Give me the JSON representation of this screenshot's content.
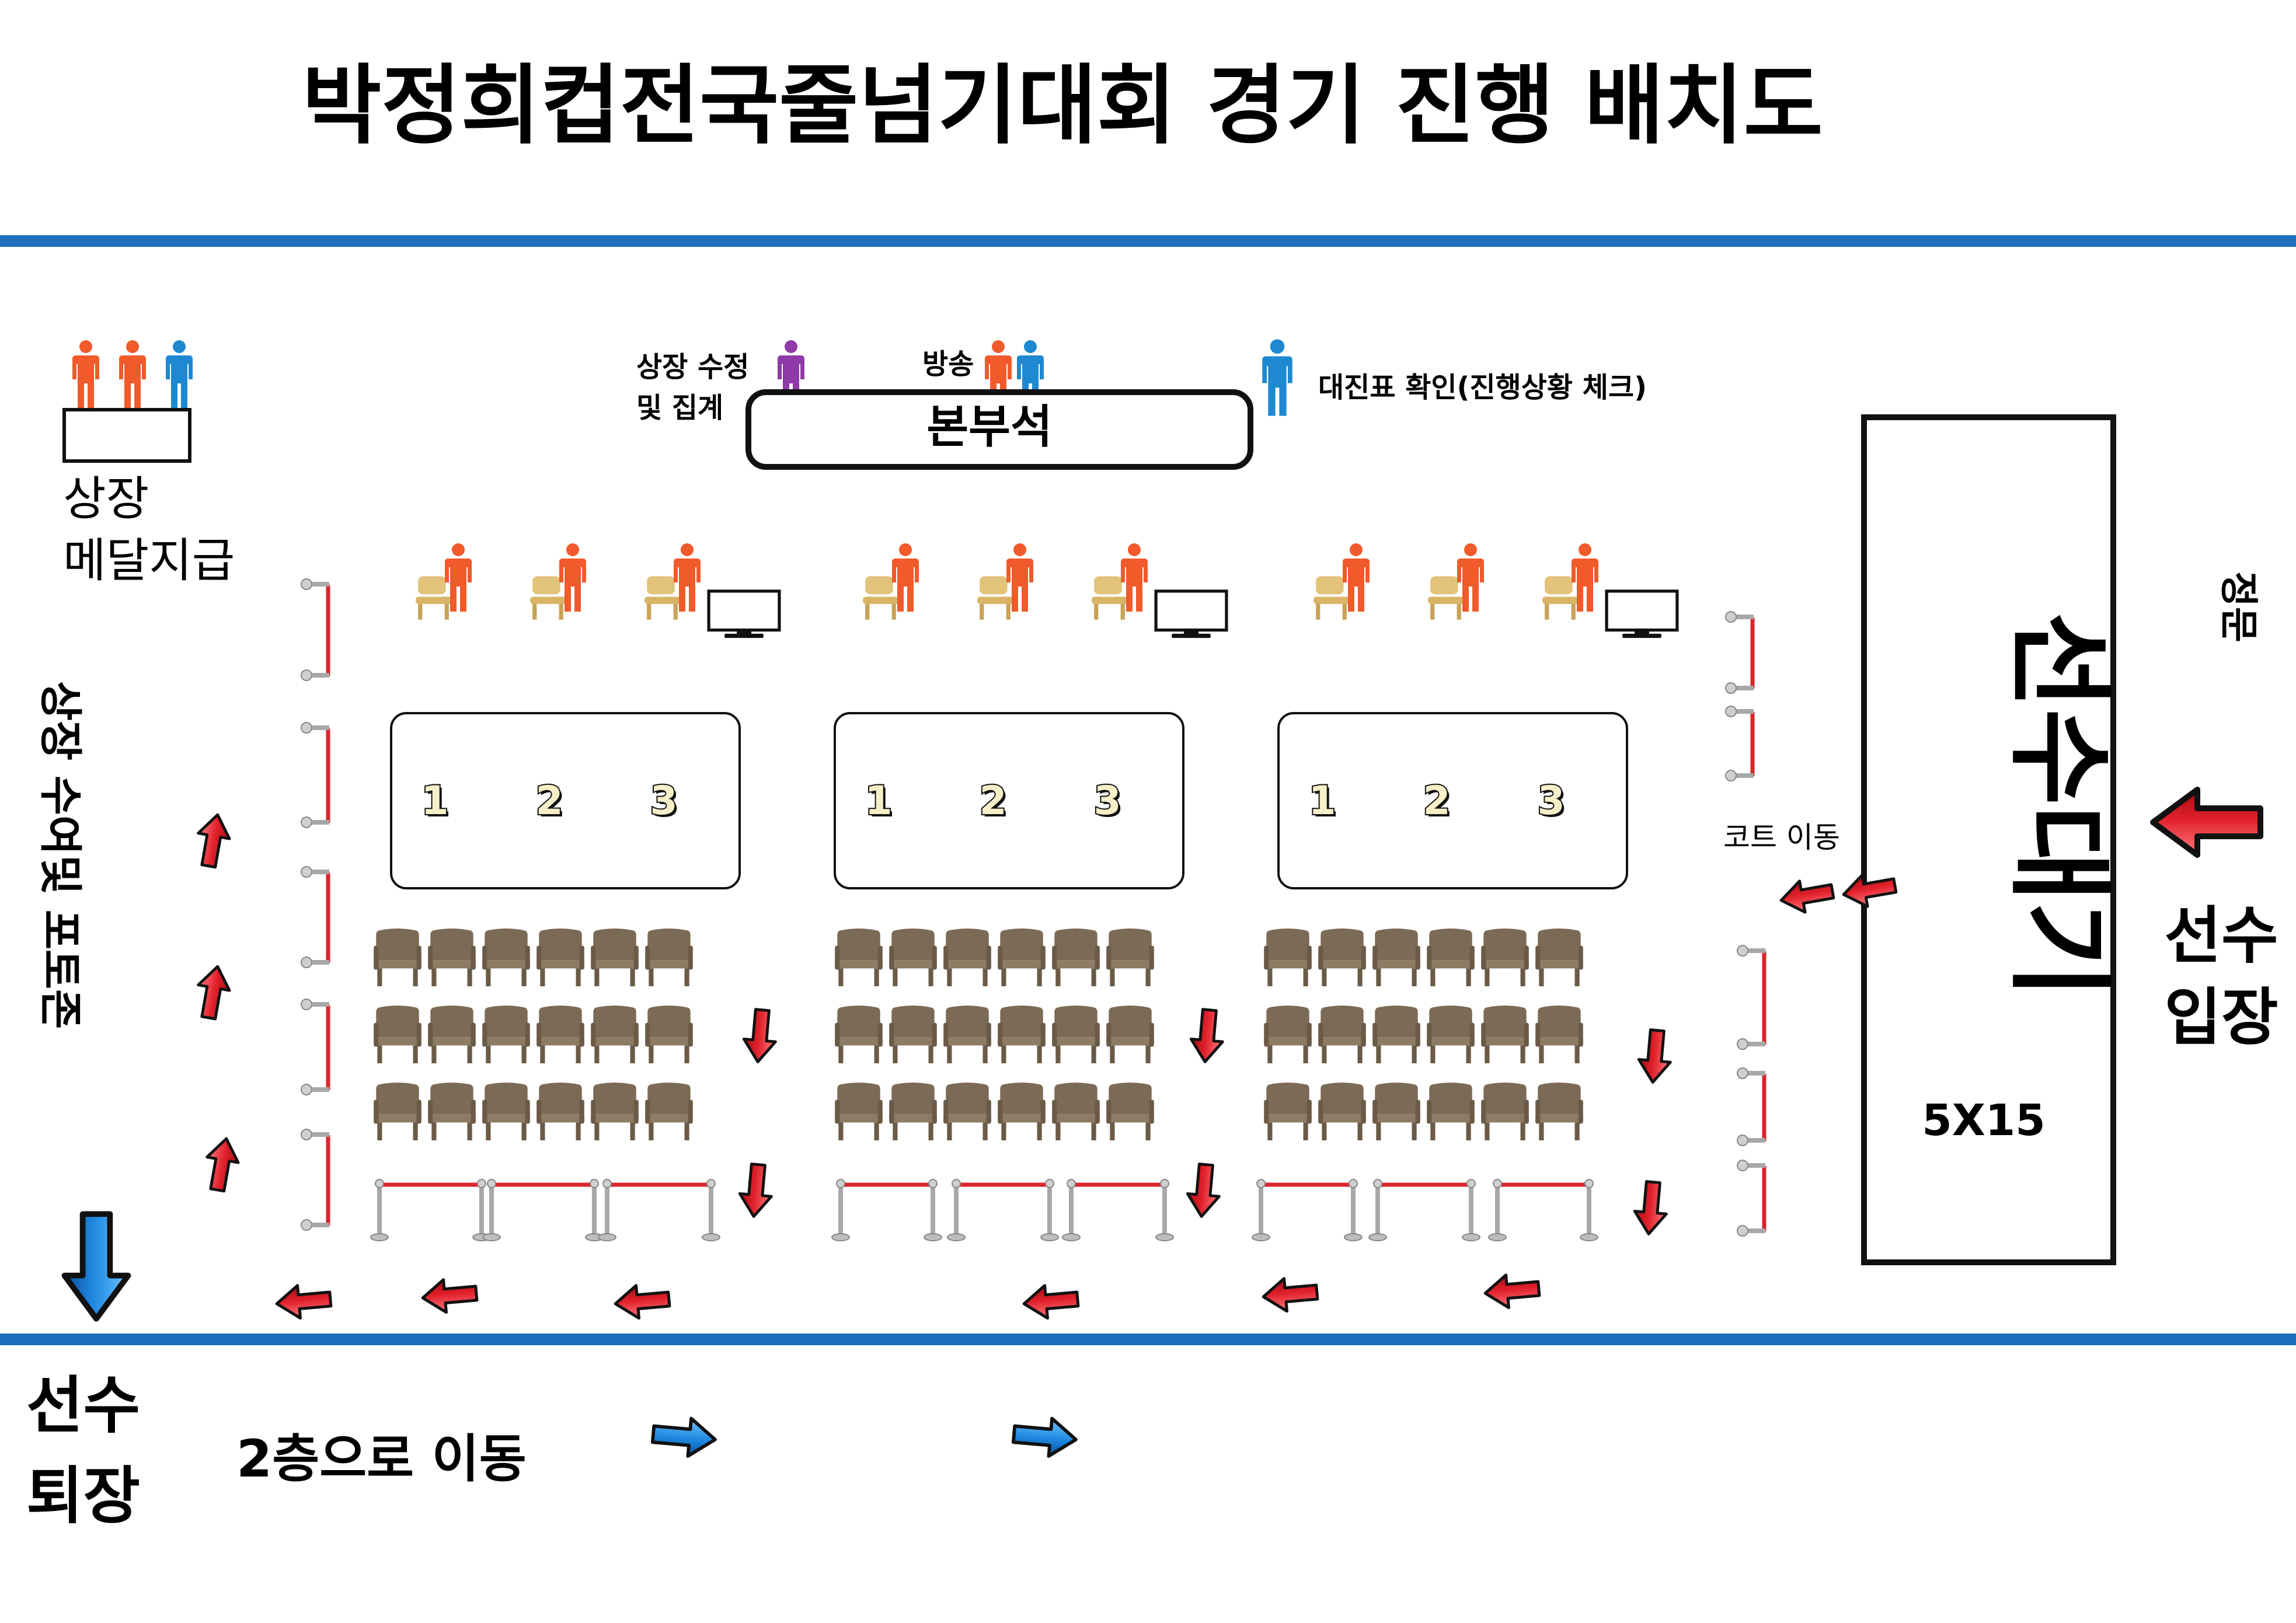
{
  "title": "박정희컵전국줄넘기대회 경기 진행 배치도",
  "awards": {
    "line1": "상장",
    "line2": "메달지급"
  },
  "correction": {
    "line1": "상장 수정",
    "line2": "및 집계"
  },
  "broadcast": "방송",
  "hq_desk": "본부석",
  "bracket_check": "대진표 확인(진행상황 체크)",
  "photo_zone": "상장 수여및 포토존",
  "court_move": "코트 이동",
  "waiting_area": {
    "label": "선수대기",
    "size": "5X15"
  },
  "main_gate": "정문",
  "player_entry": {
    "line1": "선수",
    "line2": "입장"
  },
  "player_exit": {
    "line1": "선수",
    "line2": "퇴장"
  },
  "move_2f": "2층으로 이동",
  "courts": [
    {
      "stations": [
        "1",
        "2",
        "3"
      ]
    },
    {
      "stations": [
        "1",
        "2",
        "3"
      ]
    },
    {
      "stations": [
        "1",
        "2",
        "3"
      ]
    }
  ],
  "colors": {
    "blue_line": "#1f6fbd",
    "staff_orange": "#f15a2b",
    "staff_blue": "#1e88d0",
    "staff_purple": "#8e3aa8",
    "chair_wood": "#e3c27a",
    "seat_brown": "#7b6a55",
    "arrow_red": "#e0202a",
    "arrow_blue": "#1e88e0",
    "rope_red": "#d9262c",
    "post_gray": "#9a9a9a"
  }
}
